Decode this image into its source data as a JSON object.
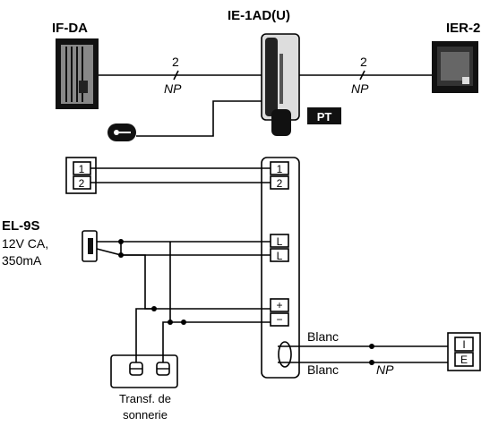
{
  "devices": {
    "if_da": "IF-DA",
    "ie_1ad": "IE-1AD(U)",
    "ier_2": "IER-2",
    "el_9s": "EL-9S",
    "el_9s_voltage": "12V CA,",
    "el_9s_current": "350mA",
    "pt": "PT",
    "transformer_line1": "Transf. de",
    "transformer_line2": "sonnerie"
  },
  "wires": {
    "left_count": "2",
    "left_type": "NP",
    "right_count": "2",
    "right_type": "NP",
    "blanc_top": "Blanc",
    "blanc_bottom": "Blanc",
    "bottom_type": "NP"
  },
  "terminals": {
    "left_1": "1",
    "left_2": "2",
    "main_1": "1",
    "main_2": "2",
    "main_l1": "L",
    "main_l2": "L",
    "main_plus": "+",
    "main_minus": "−",
    "right_i": "I",
    "right_e": "E"
  }
}
